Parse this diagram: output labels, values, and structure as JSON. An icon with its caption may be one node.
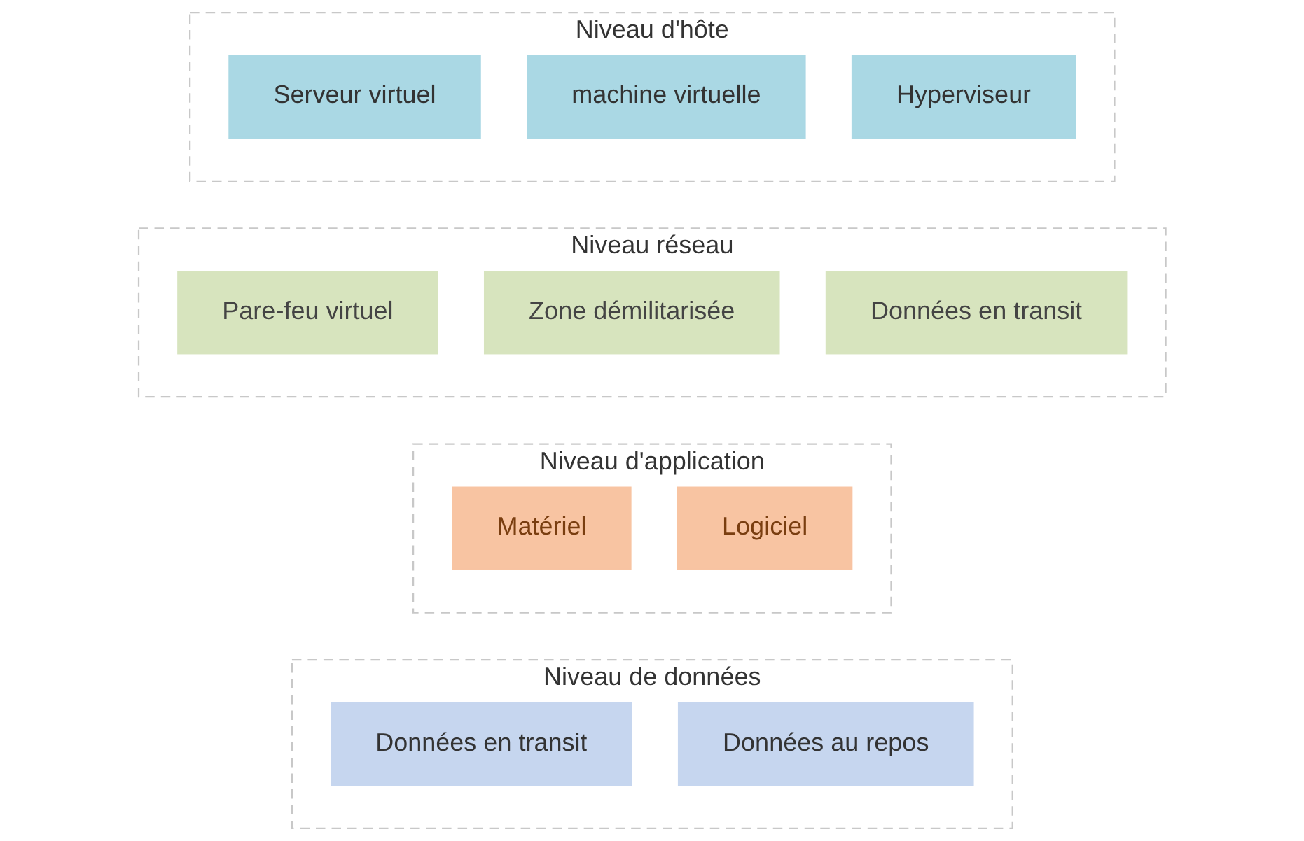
{
  "diagram": {
    "nodes": [
      {
        "text": [
          "Niveau de données"
        ]
      },
      {
        "text": [
          "Données en transit"
        ],
        "in": 0
      },
      {
        "text": [
          "Données au repos"
        ],
        "in": 0
      },
      {
        "text": [
          "Niveau d'application"
        ]
      },
      {
        "text": [
          "Matériel"
        ],
        "in": 3
      },
      {
        "text": [
          "Logiciel"
        ],
        "in": 3
      },
      {
        "text": [
          "Niveau réseau"
        ]
      },
      {
        "text": [
          "Pare-feu virtuel"
        ],
        "in": 6
      },
      {
        "text": [
          "Zone démilitarisée"
        ],
        "in": 6
      },
      {
        "text": [
          "Données en transit"
        ],
        "in": 6
      },
      {
        "text": [
          "Niveau d'hôte"
        ]
      },
      {
        "text": [
          "Serveur virtuel"
        ],
        "in": 10
      },
      {
        "text": [
          "machine virtuelle"
        ],
        "in": 10
      },
      {
        "text": [
          "Hyperviseur"
        ],
        "in": 10
      }
    ]
  }
}
